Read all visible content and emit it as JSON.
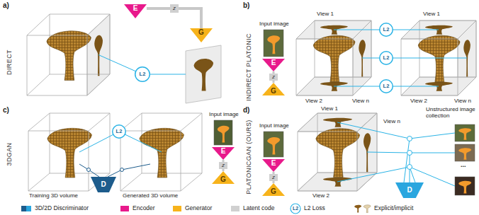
{
  "diagram": {
    "nodes": [
      {
        "text": [
          "E"
        ]
      },
      {
        "text": [
          "z"
        ]
      },
      {
        "text": [
          "G"
        ]
      },
      {
        "text": [
          "L2"
        ]
      },
      {
        "text": [
          "E"
        ]
      },
      {
        "text": [
          "z"
        ]
      },
      {
        "text": [
          "G"
        ]
      },
      {
        "text": [
          "L2"
        ]
      },
      {
        "text": [
          "L2"
        ]
      },
      {
        "text": [
          "L2"
        ]
      },
      {
        "text": [
          "E"
        ]
      },
      {
        "text": [
          "z"
        ]
      },
      {
        "text": [
          "G"
        ]
      },
      {
        "text": [
          "L2"
        ]
      },
      {
        "text": [
          "D"
        ]
      },
      {
        "text": [
          "E"
        ]
      },
      {
        "text": [
          "z"
        ]
      },
      {
        "text": [
          "G"
        ]
      },
      {
        "text": [
          "D"
        ]
      }
    ],
    "edges": [
      {
        "from": 0,
        "to": 1,
        "arrow": "none"
      },
      {
        "from": 1,
        "to": 2,
        "arrow": "none"
      },
      {
        "from": 4,
        "to": 5,
        "arrow": "none"
      },
      {
        "from": 5,
        "to": 6,
        "arrow": "none"
      },
      {
        "from": 10,
        "to": 11,
        "arrow": "none"
      },
      {
        "from": 11,
        "to": 12,
        "arrow": "none"
      },
      {
        "from": 15,
        "to": 16,
        "arrow": "none"
      },
      {
        "from": 16,
        "to": 17,
        "arrow": "none"
      }
    ],
    "labels": [
      "a)",
      "DIRECT",
      "b)",
      "INDIRECT PLATONIC",
      "Input image",
      "View 1",
      "View n",
      "View 2",
      "View 1",
      "View n",
      "View 2",
      "c)",
      "3DGAN",
      "Training 3D volume",
      "Generated 3D volume",
      "Input image",
      "d)",
      "PLATONICGAN (OURS)",
      "Input image",
      "View 1",
      "View n",
      "View 2",
      "Unstructured image collection",
      "...",
      "L2"
    ],
    "legend": [
      {
        "text": "3D/2D Discriminator"
      },
      {
        "text": "Encoder",
        "color": "#e8198b"
      },
      {
        "text": "Generator",
        "color": "#f7b31b"
      },
      {
        "text": "Latent code",
        "color": "#d0d0d0"
      },
      {
        "text": "L2 Loss"
      },
      {
        "text": "Explicit/implicit"
      }
    ]
  }
}
